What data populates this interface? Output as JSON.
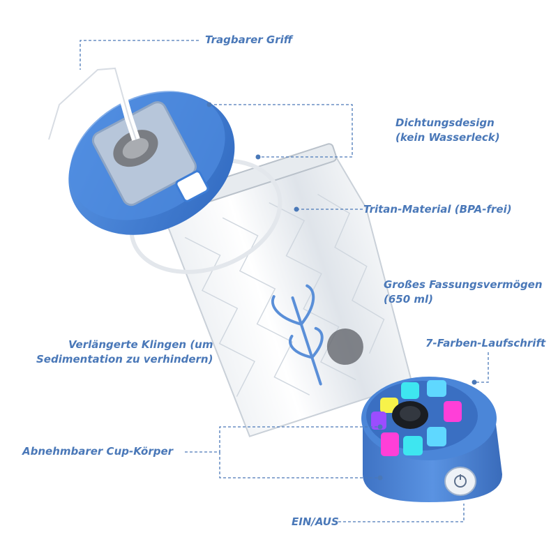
{
  "callouts": {
    "handle": "Tragbarer Griff",
    "seal": {
      "line1": "Dichtungsdesign",
      "line2": "(kein Wasserleck)"
    },
    "material": "Tritan-Material (BPA-frei)",
    "capacity": {
      "line1": "Großes Fassungsvermögen",
      "line2": "(650 ml)"
    },
    "light": "7-Farben-Laufschrift",
    "blades": {
      "line1": "Verlängerte Klingen (um",
      "line2": "Sedimentation zu verhindern)"
    },
    "cup_body": "Abnehmbarer Cup-Körper",
    "power": "EIN/AUS"
  },
  "colors": {
    "accent_blue": "#4a78b8",
    "lid_blue": "#3d7dd6",
    "light_segments": [
      "#f7f24a",
      "#3ee6f0",
      "#ff3fd8",
      "#9b4dff",
      "#5fd8ff"
    ]
  }
}
